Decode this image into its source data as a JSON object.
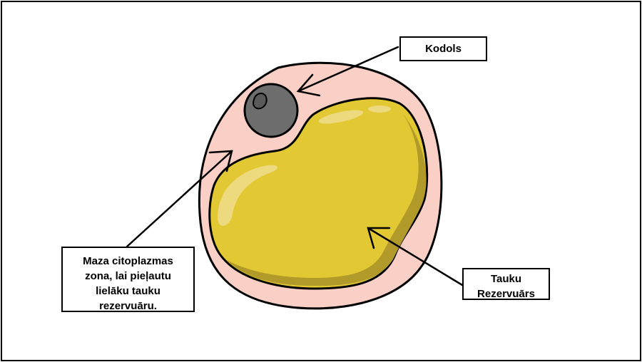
{
  "labels": {
    "nucleus": "Kodols",
    "cytoplasm": "Maza citoplazmas\nzona, lai pieļautu\nlielāku tauku\nrezervuāru.",
    "fat_reservoir": "Tauku\nRezervuārs"
  },
  "colors": {
    "cell_membrane": "#f9cfc6",
    "fat_droplet": "#e2c832",
    "fat_shadow": "#b19a2a",
    "nucleus": "#6d6d6d",
    "outline": "#000000"
  }
}
